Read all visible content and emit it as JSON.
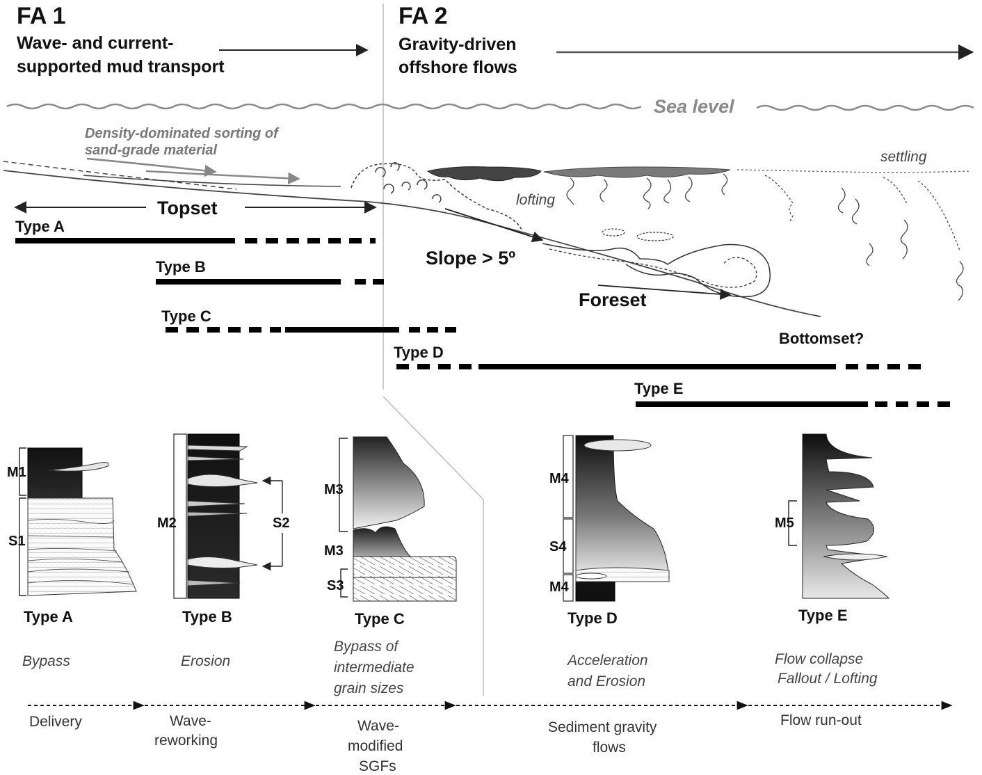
{
  "header": {
    "fa1": {
      "num": "FA 1",
      "line1": "Wave- and current-",
      "line2": "supported mud transport"
    },
    "fa2": {
      "num": "FA 2",
      "line1": "Gravity-driven",
      "line2": "offshore flows"
    }
  },
  "profile": {
    "sea_level": "Sea level",
    "density_line1": "Density-dominated sorting of",
    "density_line2": "sand-grade material",
    "settling": "settling",
    "lofting": "lofting",
    "topset": "Topset",
    "slope": "Slope > 5º",
    "foreset": "Foreset",
    "bottomset": "Bottomset?"
  },
  "ranges": {
    "type_a": "Type A",
    "type_b": "Type B",
    "type_c": "Type C",
    "type_d": "Type D",
    "type_e": "Type E"
  },
  "logs": {
    "a": {
      "title": "Type A",
      "process": "Bypass",
      "units": [
        "M1",
        "S1"
      ]
    },
    "b": {
      "title": "Type B",
      "process": "Erosion",
      "units": [
        "M2",
        "S2"
      ]
    },
    "c": {
      "title": "Type C",
      "process_lines": [
        "Bypass of",
        "intermediate",
        "grain sizes"
      ],
      "units": [
        "M3",
        "M3",
        "S3"
      ]
    },
    "d": {
      "title": "Type D",
      "process_lines": [
        "Acceleration",
        "and Erosion"
      ],
      "units": [
        "M4",
        "S4",
        "M4"
      ]
    },
    "e": {
      "title": "Type E",
      "process_lines": [
        "Flow collapse",
        "Fallout / Lofting"
      ],
      "units": [
        "M5"
      ]
    }
  },
  "bottom_axis": {
    "stages": [
      {
        "lines": [
          "Delivery"
        ]
      },
      {
        "lines": [
          "Wave-",
          "reworking"
        ]
      },
      {
        "lines": [
          "Wave-",
          "modified",
          "SGFs"
        ]
      },
      {
        "lines": [
          "Sediment gravity",
          "flows"
        ]
      },
      {
        "lines": [
          "Flow run-out"
        ]
      }
    ]
  },
  "colors": {
    "ink": "#111111",
    "grey_text": "#777777",
    "sea": "#8a8a8a"
  }
}
